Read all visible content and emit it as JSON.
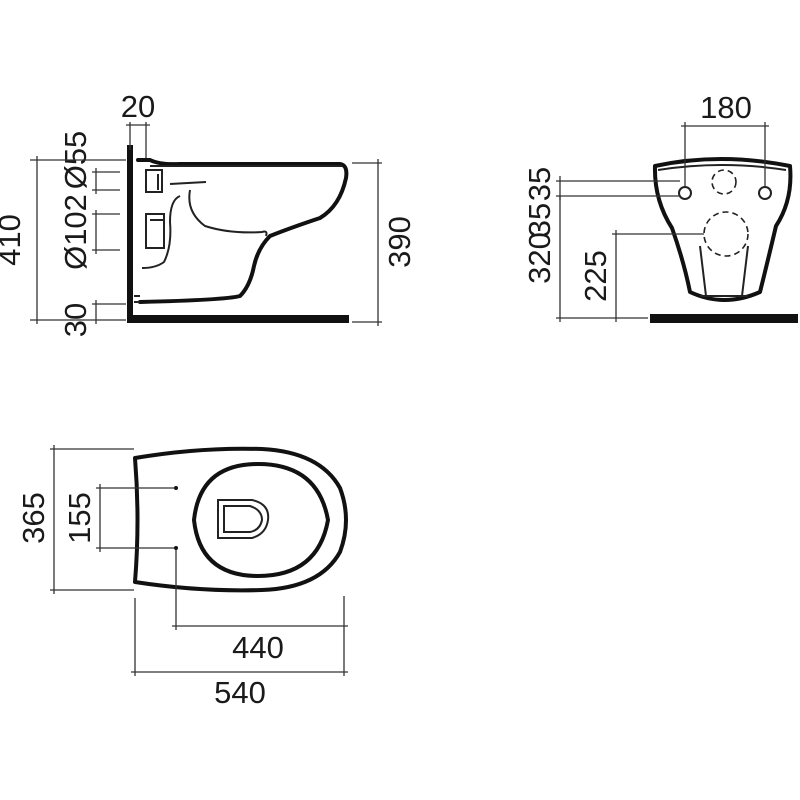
{
  "side_view": {
    "wall_offset": "20",
    "inlet_diameter": "Ø55",
    "outlet_diameter": "Ø102",
    "total_height": "410",
    "bowl_height": "390",
    "floor_offset": "30"
  },
  "front_view": {
    "fixing_spacing": "180",
    "fixing_offset_a": "35",
    "fixing_offset_b": "35",
    "fixing_height": "320",
    "outlet_height": "225"
  },
  "top_view": {
    "width": "365",
    "fixing_spacing": "155",
    "fixing_to_front": "440",
    "total_length": "540"
  }
}
